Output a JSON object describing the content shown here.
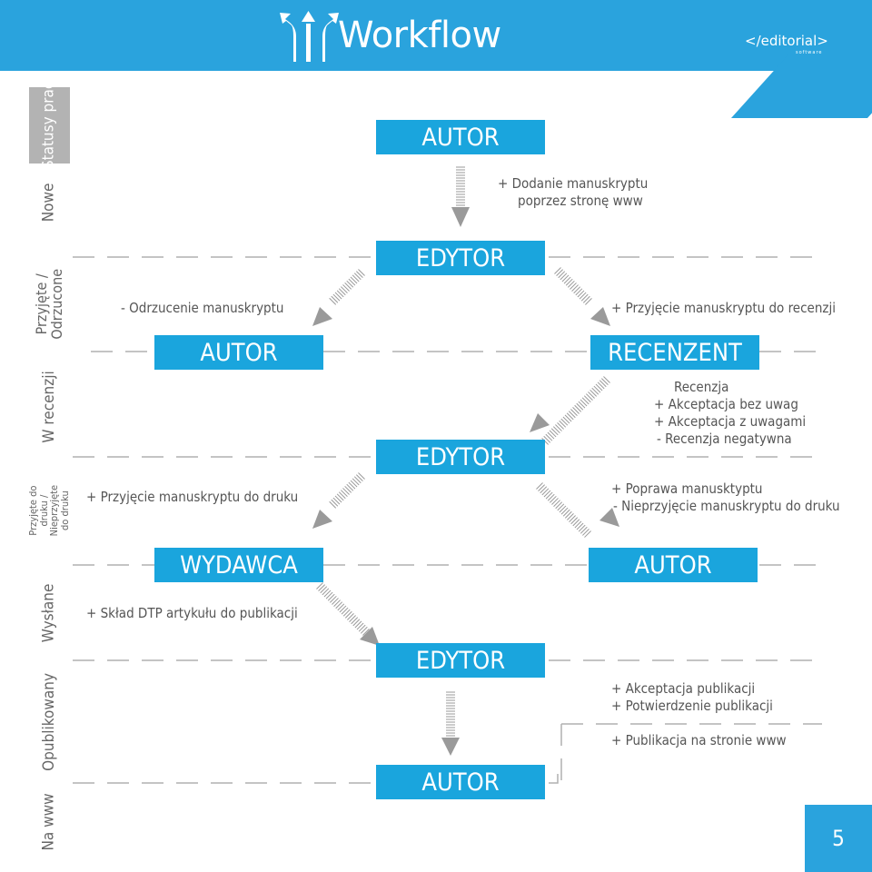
{
  "header": {
    "title": "Workflow",
    "brand": "</editorial>",
    "brand_sub": "software"
  },
  "statuses": {
    "heading": "Statusy prac",
    "nowe": "Nowe",
    "przyjete": "Przyjęte / Odrzucone",
    "w_recenzji": "W recenzji",
    "do_druku": "Przyjęte do druku / Nieprzyjęte do druku",
    "wyslane": "Wysłane",
    "opublikowany": "Opublikowany",
    "na_www": "Na www"
  },
  "boxes": {
    "autor_top": "AUTOR",
    "edytor_1": "EDYTOR",
    "autor_left": "AUTOR",
    "recenzent": "RECENZENT",
    "edytor_2": "EDYTOR",
    "wydawca": "WYDAWCA",
    "autor_right": "AUTOR",
    "edytor_3": "EDYTOR",
    "autor_bottom": "AUTOR"
  },
  "notes": {
    "dodanie_1": "+  Dodanie manuskryptu",
    "dodanie_2": "poprzez stronę www",
    "odrzucenie": "-  Odrzucenie manuskryptu",
    "przyjecie_recenzji": "+  Przyjęcie manuskryptu do recenzji",
    "recenzja": "Recenzja",
    "akceptacja_bez": "+  Akceptacja bez uwag",
    "akceptacja_z": "+  Akceptacja z uwagami",
    "negatywna": "-  Recenzja negatywna",
    "przyjecie_druku": "+  Przyjęcie manuskryptu do druku",
    "poprawa": "+  Poprawa manusktyptu",
    "nieprzyjecie": "-  Nieprzyjęcie manuskryptu do druku",
    "sklad": "+  Skład DTP artykułu do publikacji",
    "akceptacja_publ": "+  Akceptacja publikacji",
    "potwierdzenie": "+  Potwierdzenie publikacji",
    "publikacja_www": "+  Publikacja na stronie www"
  },
  "page_number": "5",
  "colors": {
    "header": "#2aa3dd",
    "box": "#1aa5dd",
    "status_box": "#b3b3b3",
    "dash": "#b0b0b0",
    "arrow": "#9a9a9a"
  }
}
